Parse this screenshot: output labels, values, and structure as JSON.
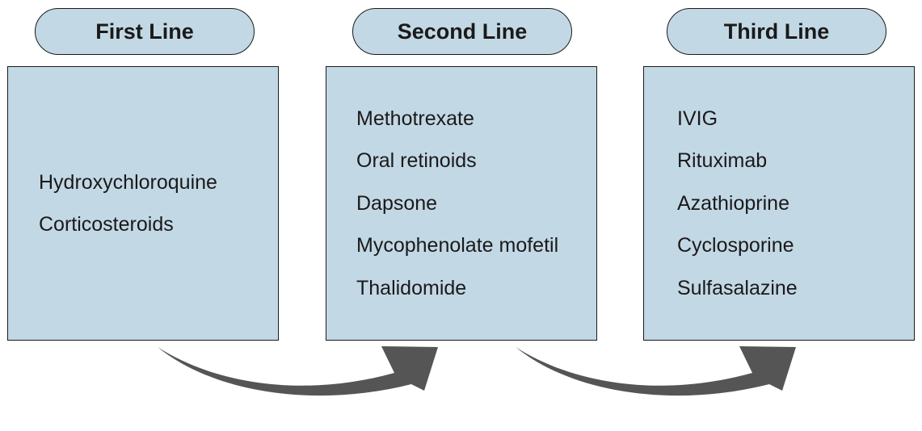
{
  "stages": [
    {
      "title": "First Line",
      "items": [
        "Hydroxychloroquine",
        "Corticosteroids"
      ]
    },
    {
      "title": "Second Line",
      "items": [
        "Methotrexate",
        "Oral retinoids",
        "Dapsone",
        "Mycophenolate mofetil",
        "Thalidomide"
      ]
    },
    {
      "title": "Third Line",
      "items": [
        "IVIG",
        "Rituximab",
        "Azathioprine",
        "Cyclosporine",
        "Sulfasalazine"
      ]
    }
  ],
  "colors": {
    "box_fill": "#c3d8e5",
    "border": "#1a1a1a",
    "arrow": "#555555",
    "text": "#1a1a1a"
  }
}
